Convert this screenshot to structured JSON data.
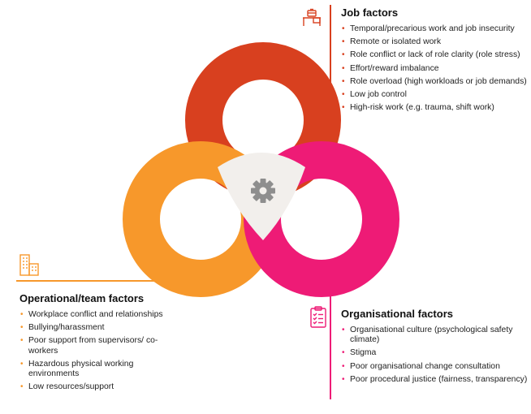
{
  "colors": {
    "job": "#D8401F",
    "operational": "#F7982B",
    "organisational": "#EE1B76",
    "center": "#F2EFEC",
    "gear": "#8E8E8E"
  },
  "job": {
    "title": "Job factors",
    "icon": "desk-icon",
    "items": [
      "Temporal/precarious work and job insecurity",
      "Remote or isolated work",
      "Role conflict or lack of role clarity (role stress)",
      "Effort/reward imbalance",
      "Role overload (high workloads or job demands)",
      "Low job control",
      "High-risk work (e.g. trauma, shift work)"
    ]
  },
  "operational": {
    "title": "Operational/team factors",
    "icon": "buildings-icon",
    "items": [
      "Workplace conflict and relationships",
      "Bullying/harassment",
      "Poor support from supervisors/ co-workers",
      "Hazardous physical working environments",
      "Low resources/support"
    ]
  },
  "organisational": {
    "title": "Organisational factors",
    "icon": "clipboard-checklist-icon",
    "items": [
      "Organisational culture (psychological safety climate)",
      "Stigma",
      "Poor organisational change consultation",
      "Poor procedural justice (fairness, transparency)"
    ]
  },
  "center": {
    "icon": "gear-icon"
  }
}
